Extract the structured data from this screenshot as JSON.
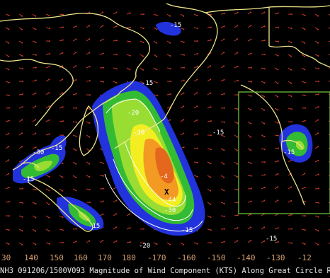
{
  "caption": "NH3 091206/1500V093 Magnitude of Wind Component (KTS) Along Great Circle R",
  "longitude_labels": [
    "30",
    "140",
    "150",
    "160",
    "170",
    "180",
    "-170",
    "-160",
    "-150",
    "-140",
    "-130",
    "-12"
  ],
  "contour_labels": {
    "c1": "-15",
    "c2": "-15",
    "c3": "-15",
    "c4": "-15",
    "c5": "-15",
    "c6": "-15",
    "c7": "-20",
    "c8": "-20",
    "c9": "-30",
    "c10": "-30",
    "c11": "-30",
    "c12": "-4",
    "c13": "-44",
    "c14": "-15",
    "c15": "-15",
    "c16": "-15"
  },
  "markers": {
    "max": "X"
  },
  "colors": {
    "background": "#000000",
    "coast": "#f0e68c",
    "box": "#6fbf3a",
    "arrow": "#c43a2a",
    "blue": "#2233dd",
    "green": "#33bb33",
    "lightgreen": "#99dd33",
    "yellow": "#f2ee22",
    "orange": "#f29a22",
    "darkorange": "#e5661d"
  }
}
